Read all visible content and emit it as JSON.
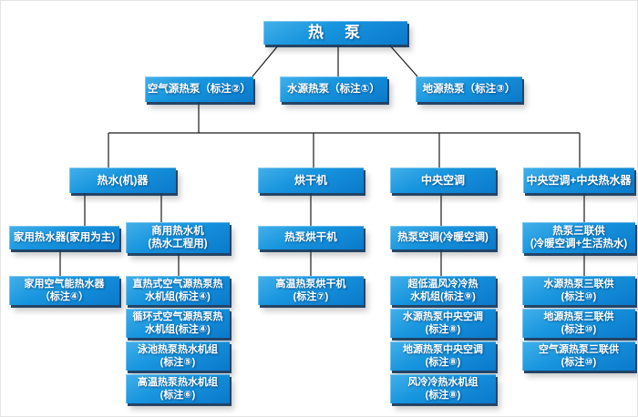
{
  "root": {
    "label": "热　泵"
  },
  "level2": {
    "air_source": {
      "label": "空气源热泵（标注②）"
    },
    "water_source": {
      "label": "水源热泵（标注①）"
    },
    "ground_source": {
      "label": "地源热泵（标注③）"
    }
  },
  "level3": {
    "water_heater": {
      "label": "热水(机)器"
    },
    "dryer": {
      "label": "烘干机"
    },
    "central_ac": {
      "label": "中央空调"
    },
    "central_ac_plus_water_heater": {
      "label": "中央空调+中央热水器"
    }
  },
  "level4": {
    "domestic_water_heater": {
      "line1": "家用热水器(家用为主)"
    },
    "commercial_water_heater": {
      "line1": "商用热水机",
      "line2": "(热水工程用)"
    },
    "hp_dryer": {
      "line1": "热泵烘干机"
    },
    "hp_ac": {
      "line1": "热泵空调(冷暖空调)"
    },
    "hp_trigen": {
      "line1": "热泵三联供",
      "line2": "(冷暖空调+生活热水)"
    }
  },
  "level5": {
    "domestic_air_water_heater": {
      "line1": "家用空气能热水器",
      "line2": "（标注④）"
    },
    "direct_heat_unit": {
      "line1": "直热式空气源热泵热",
      "line2": "水机组(标注④)"
    },
    "circulating_unit": {
      "line1": "循环式空气源热泵热",
      "line2": "水机组(标注④)"
    },
    "pool_hp_unit": {
      "line1": "泳池热泵热水机组",
      "line2": "(标注⑤)"
    },
    "high_temp_wh_unit": {
      "line1": "高温热泵热水机组",
      "line2": "(标注⑥)"
    },
    "high_temp_dryer": {
      "line1": "高温热泵烘干机",
      "line2": "(标注⑦)"
    },
    "ultra_low_temp_unit": {
      "line1": "超低温风冷冷热",
      "line2": "水机组(标注⑨)"
    },
    "water_source_central_ac": {
      "line1": "水源热泵中央空调",
      "line2": "(标注⑧)"
    },
    "ground_source_central_ac": {
      "line1": "地源热泵中央空调",
      "line2": "(标注⑧)"
    },
    "air_cooled_unit": {
      "line1": "风冷冷热水机组",
      "line2": "(标注⑧)"
    },
    "water_source_trigen": {
      "line1": "水源热泵三联供",
      "line2": "(标注⑩)"
    },
    "ground_source_trigen": {
      "line1": "地源热泵三联供",
      "line2": "(标注⑩)"
    },
    "air_source_trigen": {
      "line1": "空气源热泵三联供",
      "line2": "(标注⑩)"
    }
  },
  "colors": {
    "box_blue_light": "#43b0ea",
    "box_blue": "#1795de",
    "box_blue_dark": "#0b79cb",
    "shadow_navy": "#15385d",
    "connector": "#1c1c1c",
    "text": "#ffffff"
  }
}
